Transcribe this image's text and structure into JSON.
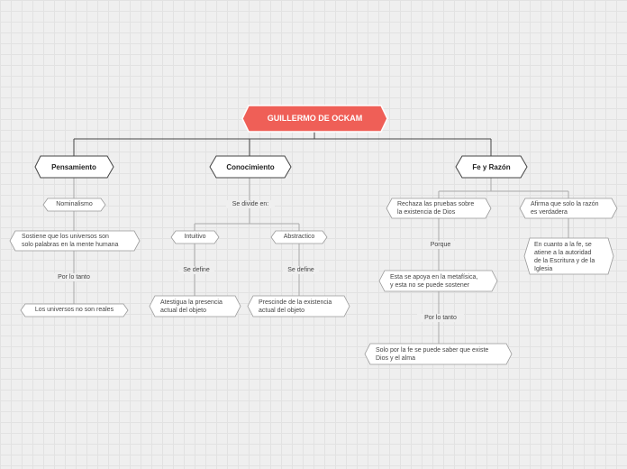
{
  "root": {
    "label": "GUILLERMO DE OCKAM",
    "fill": "#ef5f57"
  },
  "colors": {
    "node_fill": "#ffffff",
    "node_stroke": "#888888",
    "main_stroke": "#444444",
    "line": "#aaaaaa"
  },
  "branches": {
    "pensamiento": {
      "label": "Pensamiento",
      "nominalismo": "Nominalismo",
      "sostiene": "Sostiene que los universos son\nsolo palabras en la mente humana",
      "por_lo_tanto": "Por lo tanto",
      "no_reales": "Los universos no son reales"
    },
    "conocimiento": {
      "label": "Conocimiento",
      "se_divide": "Se divide en:",
      "intuitivo": "Intuitivo",
      "abstractivo": "Abstractico",
      "se_define_1": "Se define",
      "se_define_2": "Se define",
      "atestigua": "Atestigua la presencia\nactual del objeto",
      "prescinde": "Prescinde de la existencia\nactual del objeto"
    },
    "fe_razon": {
      "label": "Fe y Razón",
      "rechaza": "Rechaza las pruebas sobre\nla existencia de Dios",
      "porque": "Porque",
      "apoya": "Esta se apoya en la metafísica,\ny esta no se puede sostener",
      "por_lo_tanto": "Por lo tanto",
      "solo_fe": "Solo por la fe se puede saber que existe\nDios y el alma",
      "afirma": "Afirma que solo la razón\nes verdadera",
      "en_cuanto": "En cuanto a la fe, se\natiene a la autoridad\nde la Escritura y de la\nIglesia"
    }
  }
}
